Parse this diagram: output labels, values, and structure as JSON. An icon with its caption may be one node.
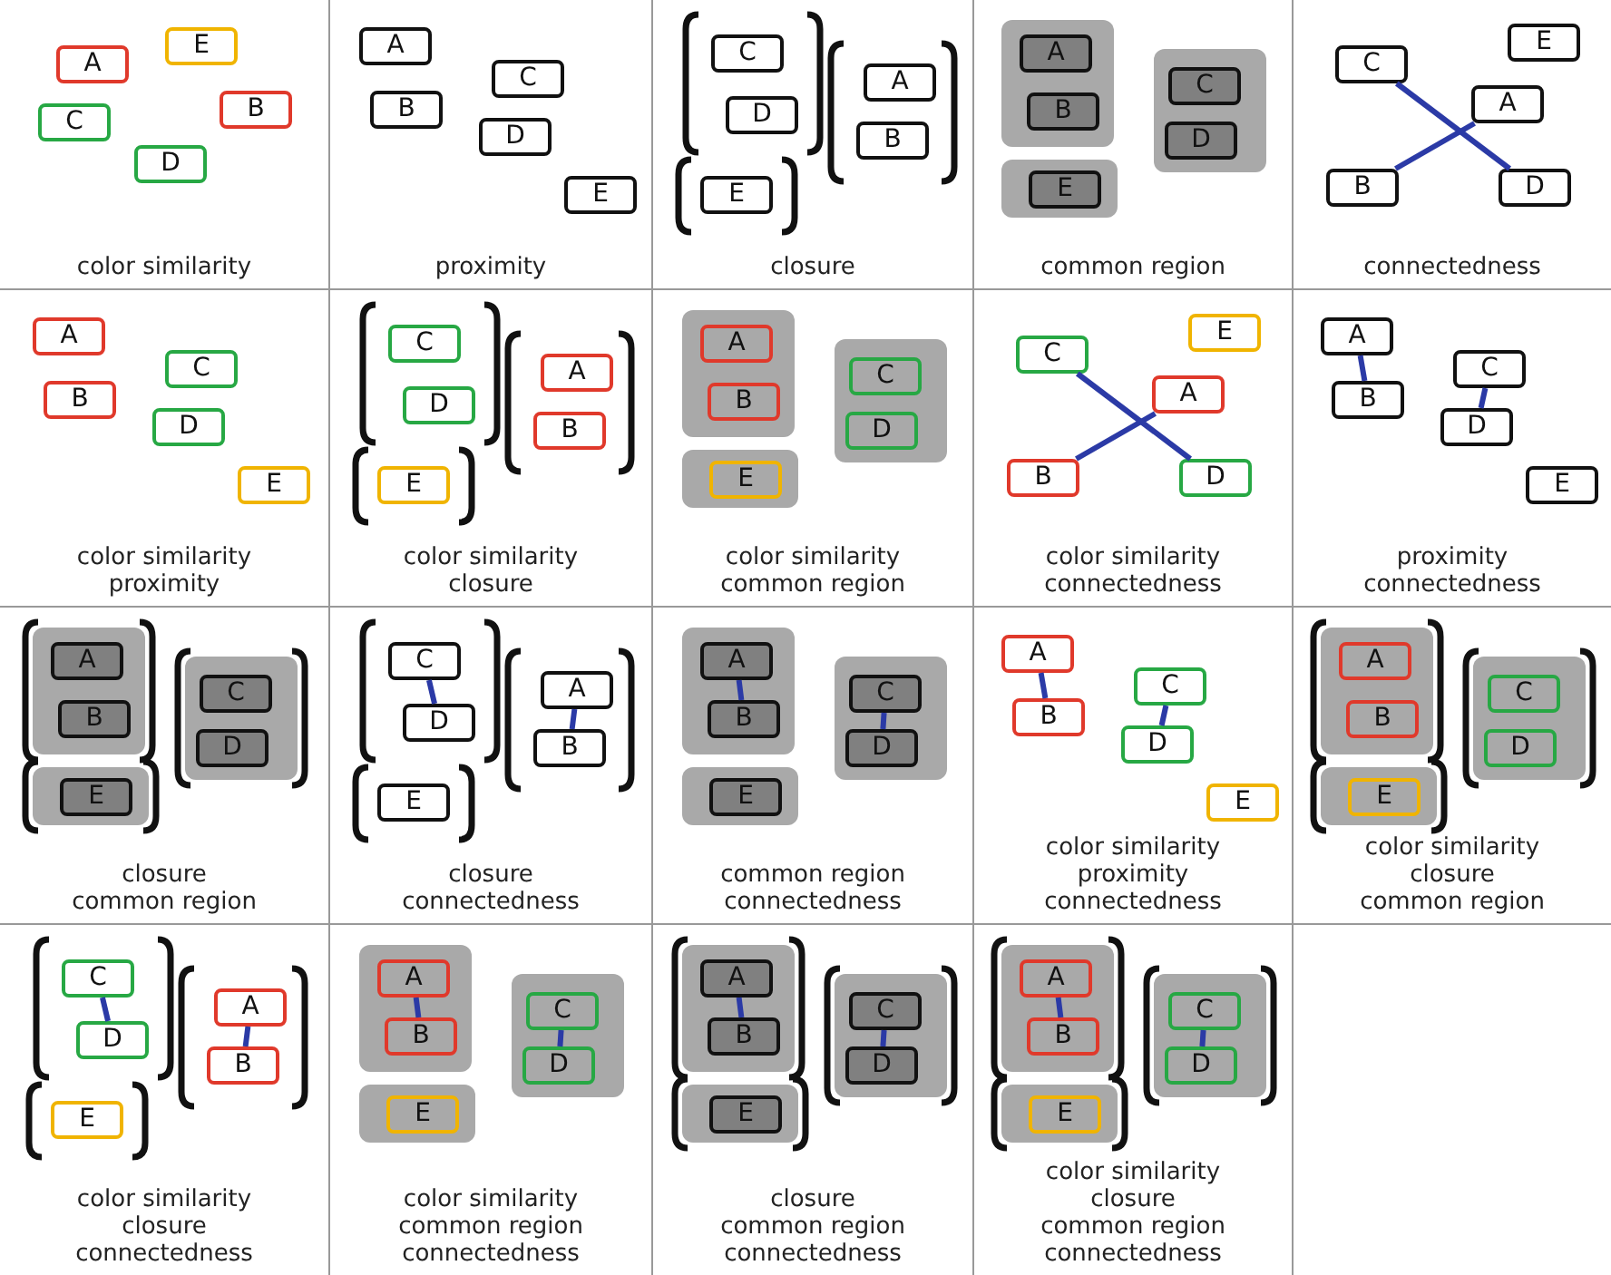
{
  "diagram": {
    "nodes": [
      {
        "text": [
          "color similarity"
        ]
      },
      {
        "text": [
          "A"
        ],
        "in": 0
      },
      {
        "text": [
          "B"
        ],
        "in": 0
      },
      {
        "text": [
          "C"
        ],
        "in": 0
      },
      {
        "text": [
          "D"
        ],
        "in": 0
      },
      {
        "text": [
          "E"
        ],
        "in": 0
      },
      {
        "text": [
          "proximity"
        ]
      },
      {
        "text": [
          "A"
        ],
        "in": 6
      },
      {
        "text": [
          "B"
        ],
        "in": 6
      },
      {
        "text": [
          "C"
        ],
        "in": 6
      },
      {
        "text": [
          "D"
        ],
        "in": 6
      },
      {
        "text": [
          "E"
        ],
        "in": 6
      },
      {
        "text": [
          "closure"
        ]
      },
      {
        "text": [
          "A"
        ],
        "in": 12
      },
      {
        "text": [
          "B"
        ],
        "in": 12
      },
      {
        "text": [
          "C"
        ],
        "in": 12
      },
      {
        "text": [
          "D"
        ],
        "in": 12
      },
      {
        "text": [
          "E"
        ],
        "in": 12
      },
      {
        "text": [
          "common region"
        ]
      },
      {
        "text": [],
        "shape": "box",
        "in": 18
      },
      {
        "text": [
          "A"
        ],
        "in": 19
      },
      {
        "text": [
          "B"
        ],
        "in": 19
      },
      {
        "text": [],
        "shape": "box",
        "in": 18
      },
      {
        "text": [
          "C"
        ],
        "in": 22
      },
      {
        "text": [
          "D"
        ],
        "in": 22
      },
      {
        "text": [],
        "shape": "box",
        "in": 18
      },
      {
        "text": [
          "E"
        ],
        "in": 25
      },
      {
        "text": [
          "connectedness"
        ]
      },
      {
        "text": [
          "A"
        ],
        "in": 27
      },
      {
        "text": [
          "B"
        ],
        "in": 27
      },
      {
        "text": [
          "C"
        ],
        "in": 27
      },
      {
        "text": [
          "D"
        ],
        "in": 27
      },
      {
        "text": [
          "E"
        ],
        "in": 27
      },
      {
        "text": [
          "color similarity",
          "proximity"
        ]
      },
      {
        "text": [
          "A"
        ],
        "in": 33
      },
      {
        "text": [
          "B"
        ],
        "in": 33
      },
      {
        "text": [
          "C"
        ],
        "in": 33
      },
      {
        "text": [
          "D"
        ],
        "in": 33
      },
      {
        "text": [
          "E"
        ],
        "in": 33
      },
      {
        "text": [
          "color similarity",
          "closure"
        ]
      },
      {
        "text": [
          "A"
        ],
        "in": 39
      },
      {
        "text": [
          "B"
        ],
        "in": 39
      },
      {
        "text": [
          "C"
        ],
        "in": 39
      },
      {
        "text": [
          "D"
        ],
        "in": 39
      },
      {
        "text": [
          "E"
        ],
        "in": 39
      },
      {
        "text": [
          "color similarity",
          "common region"
        ]
      },
      {
        "text": [],
        "shape": "box",
        "in": 45
      },
      {
        "text": [
          "A"
        ],
        "in": 46
      },
      {
        "text": [
          "B"
        ],
        "in": 46
      },
      {
        "text": [],
        "shape": "box",
        "in": 45
      },
      {
        "text": [
          "C"
        ],
        "in": 49
      },
      {
        "text": [
          "D"
        ],
        "in": 49
      },
      {
        "text": [],
        "shape": "box",
        "in": 45
      },
      {
        "text": [
          "E"
        ],
        "in": 52
      },
      {
        "text": [
          "color similarity",
          "connectedness"
        ]
      },
      {
        "text": [
          "A"
        ],
        "in": 54
      },
      {
        "text": [
          "B"
        ],
        "in": 54
      },
      {
        "text": [
          "C"
        ],
        "in": 54
      },
      {
        "text": [
          "D"
        ],
        "in": 54
      },
      {
        "text": [
          "E"
        ],
        "in": 54
      },
      {
        "text": [
          "proximity",
          "connectedness"
        ]
      },
      {
        "text": [
          "A"
        ],
        "in": 60
      },
      {
        "text": [
          "B"
        ],
        "in": 60
      },
      {
        "text": [
          "C"
        ],
        "in": 60
      },
      {
        "text": [
          "D"
        ],
        "in": 60
      },
      {
        "text": [
          "E"
        ],
        "in": 60
      },
      {
        "text": [
          "closure",
          "common region"
        ]
      },
      {
        "text": [],
        "shape": "box",
        "in": 66
      },
      {
        "text": [
          "A"
        ],
        "in": 67
      },
      {
        "text": [
          "B"
        ],
        "in": 67
      },
      {
        "text": [],
        "shape": "box",
        "in": 66
      },
      {
        "text": [
          "C"
        ],
        "in": 70
      },
      {
        "text": [
          "D"
        ],
        "in": 70
      },
      {
        "text": [],
        "shape": "box",
        "in": 66
      },
      {
        "text": [
          "E"
        ],
        "in": 73
      },
      {
        "text": [
          "closure",
          "connectedness"
        ]
      },
      {
        "text": [
          "A"
        ],
        "in": 75
      },
      {
        "text": [
          "B"
        ],
        "in": 75
      },
      {
        "text": [
          "C"
        ],
        "in": 75
      },
      {
        "text": [
          "D"
        ],
        "in": 75
      },
      {
        "text": [
          "E"
        ],
        "in": 75
      },
      {
        "text": [
          "common region",
          "connectedness"
        ]
      },
      {
        "text": [],
        "shape": "box",
        "in": 81
      },
      {
        "text": [
          "A"
        ],
        "in": 82
      },
      {
        "text": [
          "B"
        ],
        "in": 82
      },
      {
        "text": [],
        "shape": "box",
        "in": 81
      },
      {
        "text": [
          "C"
        ],
        "in": 85
      },
      {
        "text": [
          "D"
        ],
        "in": 85
      },
      {
        "text": [],
        "shape": "box",
        "in": 81
      },
      {
        "text": [
          "E"
        ],
        "in": 88
      },
      {
        "text": [
          "color similarity",
          "proximity",
          "connectedness"
        ]
      },
      {
        "text": [
          "A"
        ],
        "in": 90
      },
      {
        "text": [
          "B"
        ],
        "in": 90
      },
      {
        "text": [
          "C"
        ],
        "in": 90
      },
      {
        "text": [
          "D"
        ],
        "in": 90
      },
      {
        "text": [
          "E"
        ],
        "in": 90
      },
      {
        "text": [
          "color similarity",
          "closure",
          "common region"
        ]
      },
      {
        "text": [],
        "shape": "box",
        "in": 96
      },
      {
        "text": [
          "A"
        ],
        "in": 97
      },
      {
        "text": [
          "B"
        ],
        "in": 97
      },
      {
        "text": [],
        "shape": "box",
        "in": 96
      },
      {
        "text": [
          "C"
        ],
        "in": 100
      },
      {
        "text": [
          "D"
        ],
        "in": 100
      },
      {
        "text": [],
        "shape": "box",
        "in": 96
      },
      {
        "text": [
          "E"
        ],
        "in": 103
      },
      {
        "text": [
          "color similarity",
          "closure",
          "connectedness"
        ]
      },
      {
        "text": [
          "A"
        ],
        "in": 105
      },
      {
        "text": [
          "B"
        ],
        "in": 105
      },
      {
        "text": [
          "C"
        ],
        "in": 105
      },
      {
        "text": [
          "D"
        ],
        "in": 105
      },
      {
        "text": [
          "E"
        ],
        "in": 105
      },
      {
        "text": [
          "color similarity",
          "common region",
          "connectedness"
        ]
      },
      {
        "text": [],
        "shape": "box",
        "in": 111
      },
      {
        "text": [
          "A"
        ],
        "in": 112
      },
      {
        "text": [
          "B"
        ],
        "in": 112
      },
      {
        "text": [],
        "shape": "box",
        "in": 111
      },
      {
        "text": [
          "C"
        ],
        "in": 115
      },
      {
        "text": [
          "D"
        ],
        "in": 115
      },
      {
        "text": [],
        "shape": "box",
        "in": 111
      },
      {
        "text": [
          "E"
        ],
        "in": 118
      },
      {
        "text": [
          "closure",
          "common region",
          "connectedness"
        ]
      },
      {
        "text": [],
        "shape": "box",
        "in": 120
      },
      {
        "text": [
          "A"
        ],
        "in": 121
      },
      {
        "text": [
          "B"
        ],
        "in": 121
      },
      {
        "text": [],
        "shape": "box",
        "in": 120
      },
      {
        "text": [
          "C"
        ],
        "in": 124
      },
      {
        "text": [
          "D"
        ],
        "in": 124
      },
      {
        "text": [],
        "shape": "box",
        "in": 120
      },
      {
        "text": [
          "E"
        ],
        "in": 127
      },
      {
        "text": [
          "color similarity",
          "closure",
          "common region",
          "connectedness"
        ]
      },
      {
        "text": [],
        "shape": "box",
        "in": 129
      },
      {
        "text": [
          "A"
        ],
        "in": 130
      },
      {
        "text": [
          "B"
        ],
        "in": 130
      },
      {
        "text": [],
        "shape": "box",
        "in": 129
      },
      {
        "text": [
          "C"
        ],
        "in": 133
      },
      {
        "text": [
          "D"
        ],
        "in": 133
      },
      {
        "text": [],
        "shape": "box",
        "in": 129
      },
      {
        "text": [
          "E"
        ],
        "in": 136
      }
    ],
    "edges": [
      {
        "from": 28,
        "to": 29,
        "arrow": "none"
      },
      {
        "from": 30,
        "to": 31,
        "arrow": "none"
      },
      {
        "from": 55,
        "to": 56,
        "arrow": "none"
      },
      {
        "from": 57,
        "to": 58,
        "arrow": "none"
      },
      {
        "from": 61,
        "to": 62,
        "arrow": "none"
      },
      {
        "from": 63,
        "to": 64,
        "arrow": "none"
      },
      {
        "from": 76,
        "to": 77,
        "arrow": "none"
      },
      {
        "from": 78,
        "to": 79,
        "arrow": "none"
      },
      {
        "from": 83,
        "to": 84,
        "arrow": "none"
      },
      {
        "from": 86,
        "to": 87,
        "arrow": "none"
      },
      {
        "from": 91,
        "to": 92,
        "arrow": "none"
      },
      {
        "from": 93,
        "to": 94,
        "arrow": "none"
      },
      {
        "from": 106,
        "to": 107,
        "arrow": "none"
      },
      {
        "from": 108,
        "to": 109,
        "arrow": "none"
      },
      {
        "from": 113,
        "to": 114,
        "arrow": "none"
      },
      {
        "from": 116,
        "to": 117,
        "arrow": "none"
      },
      {
        "from": 122,
        "to": 123,
        "arrow": "none"
      },
      {
        "from": 125,
        "to": 126,
        "arrow": "none"
      },
      {
        "from": 131,
        "to": 132,
        "arrow": "none"
      },
      {
        "from": 134,
        "to": 135,
        "arrow": "none"
      }
    ]
  }
}
